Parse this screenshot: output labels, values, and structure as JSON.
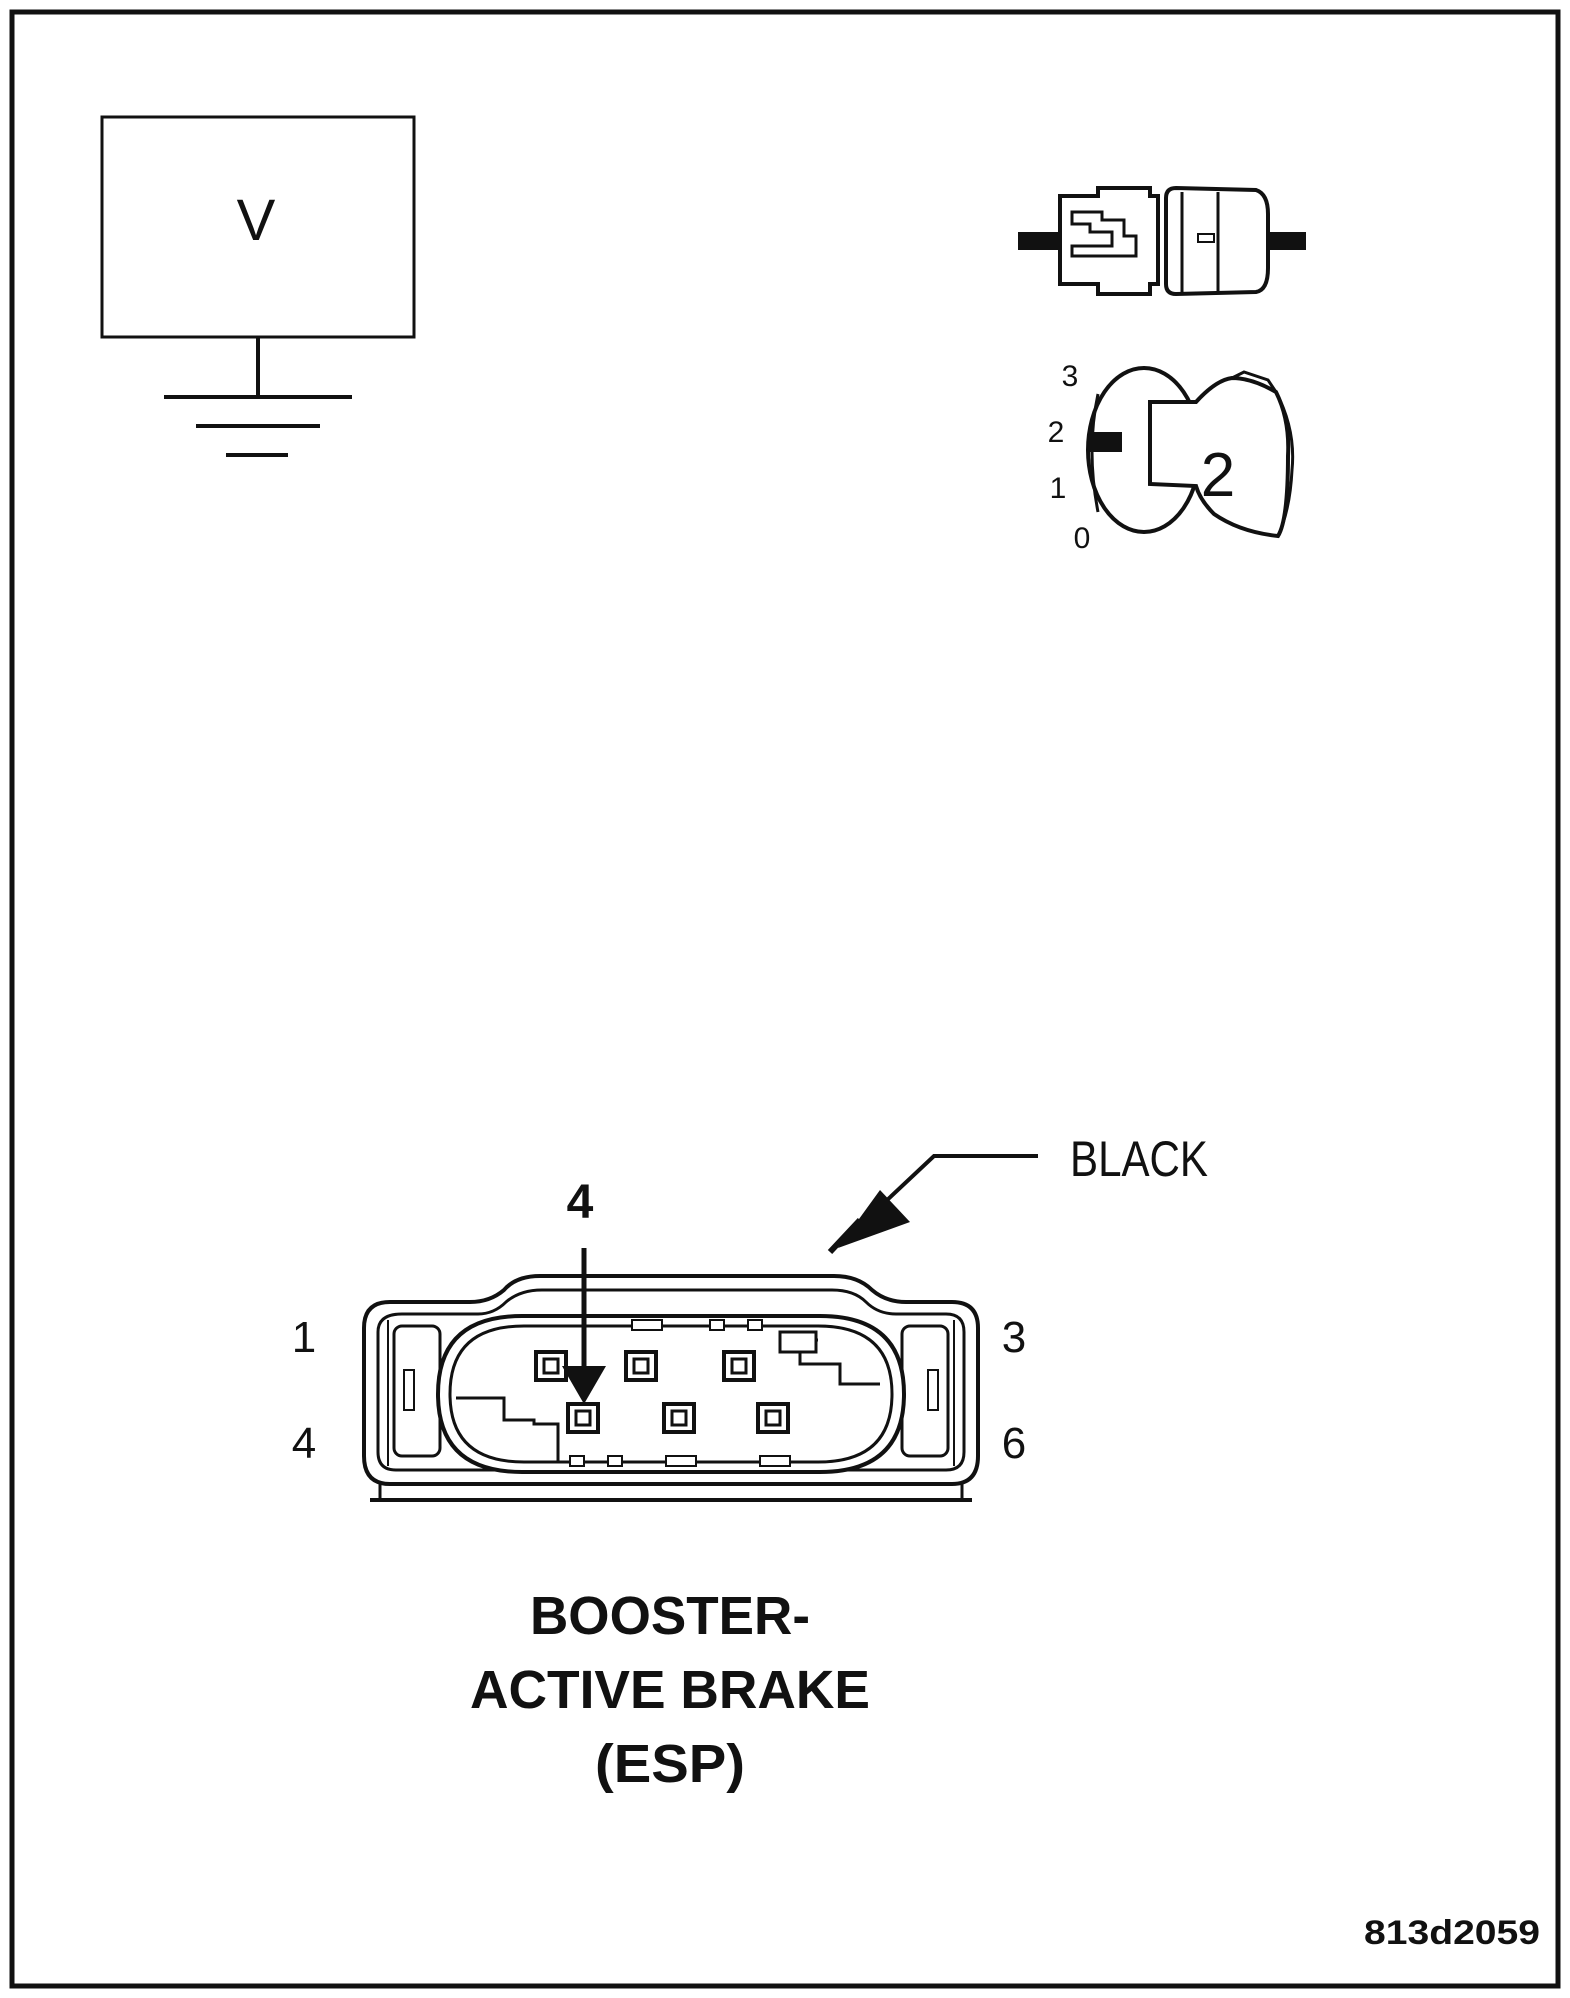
{
  "meter": {
    "symbol": "V"
  },
  "ignition": {
    "positions": [
      "3",
      "2",
      "1",
      "0"
    ],
    "key_number": "2"
  },
  "connector": {
    "color_label": "BLACK",
    "test_pin": "4",
    "pin_labels": {
      "top_left": "1",
      "top_right": "3",
      "bottom_left": "4",
      "bottom_right": "6"
    }
  },
  "caption": {
    "line1": "BOOSTER-",
    "line2": "ACTIVE BRAKE",
    "line3": "(ESP)"
  },
  "figure_id": "813d2059"
}
